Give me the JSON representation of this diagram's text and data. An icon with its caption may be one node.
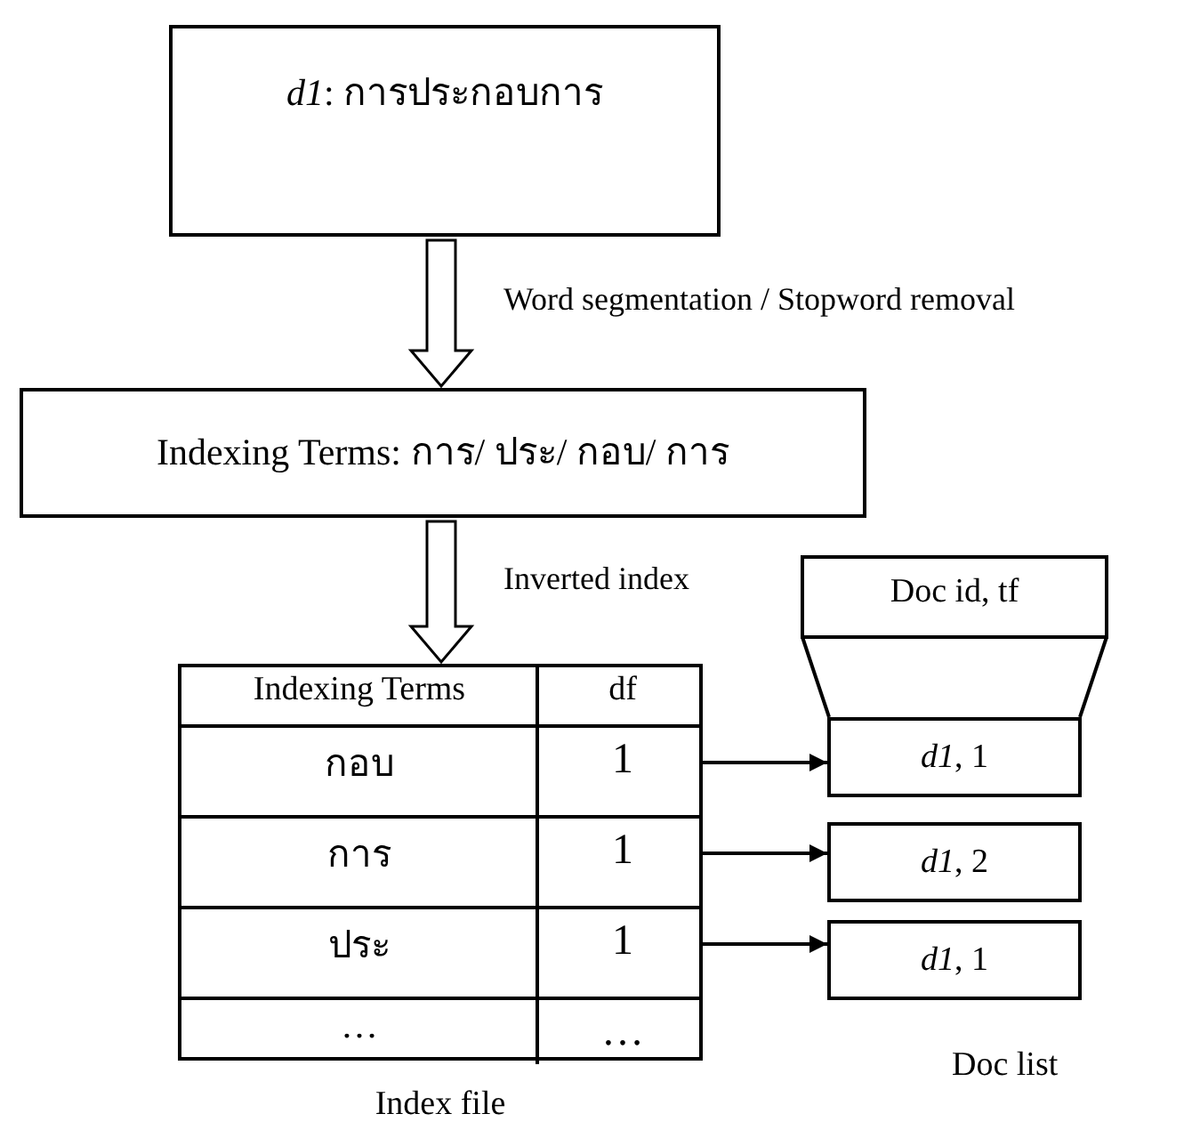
{
  "diagram": {
    "nodes": [
      {
        "text": [
          "*d1*: การประกอบการ"
        ]
      },
      {
        "text": [
          "Indexing Terms: การ/ ประ/ กอบ/ การ"
        ]
      },
      {
        "text": [],
        "shape": "box",
        "beside": [
          "Index file"
        ]
      },
      {
        "text": [
          "Indexing Terms",
          "df"
        ],
        "in": 2
      },
      {
        "text": [
          "กอบ",
          "1"
        ],
        "in": 2
      },
      {
        "text": [
          "การ",
          "1"
        ],
        "in": 2
      },
      {
        "text": [
          "ประ",
          "1"
        ],
        "in": 2
      },
      {
        "text": [
          "…",
          "…"
        ],
        "in": 2
      },
      {
        "text": [
          "Doc id, tf"
        ]
      },
      {
        "text": [
          "*d1*, 1"
        ]
      },
      {
        "text": [
          "*d1*, 2"
        ]
      },
      {
        "text": [
          "*d1*, 1"
        ]
      }
    ],
    "edges": [
      {
        "from": 0,
        "to": 1,
        "arrow": "to",
        "label": "Word segmentation / Stopword removal",
        "style": "thick"
      },
      {
        "from": 1,
        "to": 2,
        "arrow": "to",
        "label": "Inverted index",
        "style": "thick"
      },
      {
        "from": 4,
        "to": 9,
        "arrow": "to"
      },
      {
        "from": 5,
        "to": 10,
        "arrow": "to"
      },
      {
        "from": 6,
        "to": 11,
        "arrow": "to"
      }
    ],
    "labels": [
      "Doc list"
    ]
  }
}
